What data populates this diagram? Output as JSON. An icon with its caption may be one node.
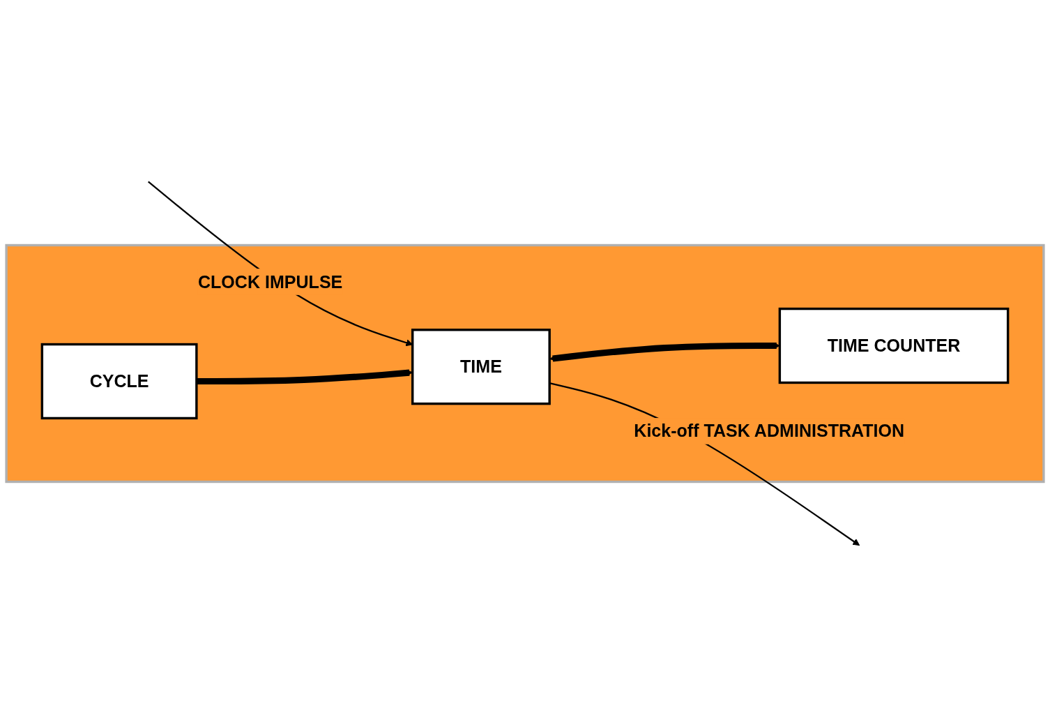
{
  "diagram": {
    "nodes": [
      {
        "text": [],
        "shape": "box"
      },
      {
        "text": [
          "TIME"
        ],
        "in": 0
      },
      {
        "text": [
          "CYCLE"
        ],
        "in": 0
      },
      {
        "text": [
          "TIME COUNTER"
        ],
        "in": 0
      }
    ],
    "edges": [
      {
        "from": null,
        "to": 1,
        "label": "CLOCK IMPULSE",
        "arrow": "to"
      },
      {
        "from": 1,
        "to": null,
        "label": "Kick-off TASK ADMINISTRATION",
        "arrow": "to"
      },
      {
        "from": 2,
        "to": 1,
        "arrow": "to",
        "style": "thick"
      },
      {
        "from": 1,
        "to": 3,
        "arrow": "both",
        "style": "thick"
      }
    ]
  }
}
